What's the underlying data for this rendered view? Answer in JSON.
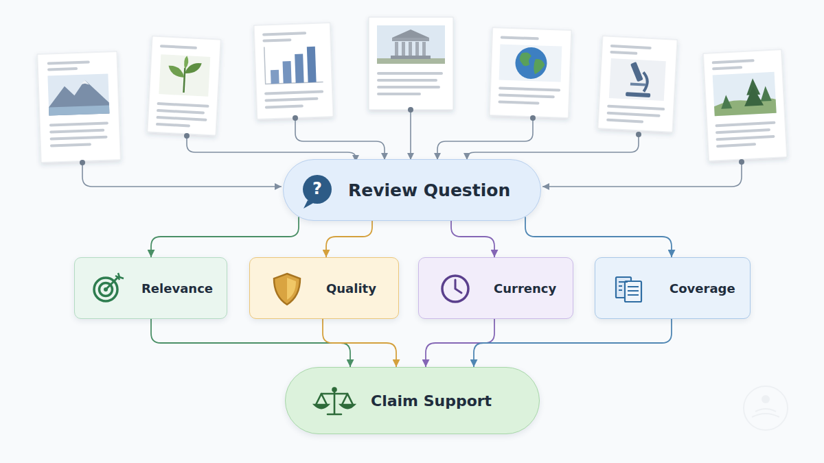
{
  "diagram": {
    "nodes": [
      {
        "text": [
          "Review Question"
        ]
      },
      {
        "text": [
          "Relevance"
        ]
      },
      {
        "text": [
          "Quality"
        ]
      },
      {
        "text": [
          "Currency"
        ]
      },
      {
        "text": [
          "Coverage"
        ]
      },
      {
        "text": [
          "Claim Support"
        ]
      }
    ],
    "edges": [
      {
        "from": 0,
        "to": 1,
        "arrow": "to"
      },
      {
        "from": 0,
        "to": 2,
        "arrow": "to"
      },
      {
        "from": 0,
        "to": 3,
        "arrow": "to"
      },
      {
        "from": 0,
        "to": 4,
        "arrow": "to"
      },
      {
        "from": 1,
        "to": 5,
        "arrow": "to"
      },
      {
        "from": 2,
        "to": 5,
        "arrow": "to"
      },
      {
        "from": 3,
        "to": 5,
        "arrow": "to"
      },
      {
        "from": 4,
        "to": 5,
        "arrow": "to"
      }
    ],
    "labels": [
      "?"
    ]
  }
}
